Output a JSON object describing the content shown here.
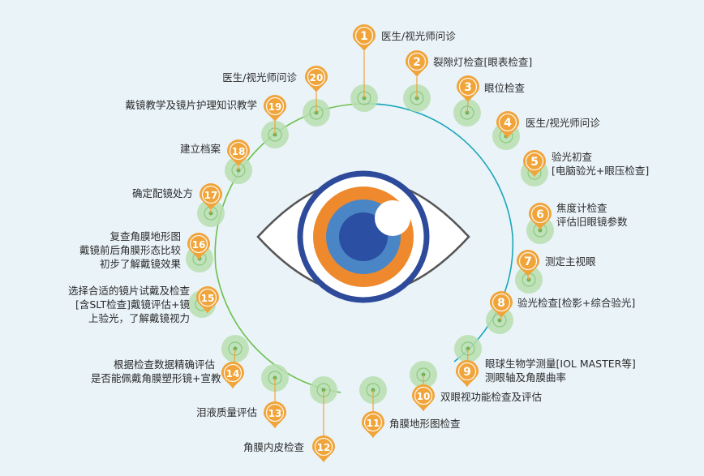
{
  "steps": [
    {
      "number": "1",
      "lines": [
        "医生/视光师问诊"
      ]
    },
    {
      "number": "2",
      "lines": [
        "裂隙灯检查[眼表检查]"
      ]
    },
    {
      "number": "3",
      "lines": [
        "眼位检查"
      ]
    },
    {
      "number": "4",
      "lines": [
        "医生/视光师问诊"
      ]
    },
    {
      "number": "5",
      "lines": [
        "验光初查",
        "[电脑验光+眼压检查]"
      ]
    },
    {
      "number": "6",
      "lines": [
        "焦度计检查",
        "评估旧眼镜参数"
      ]
    },
    {
      "number": "7",
      "lines": [
        "测定主视眼"
      ]
    },
    {
      "number": "8",
      "lines": [
        "验光检查[检影+综合验光]"
      ]
    },
    {
      "number": "9",
      "lines": [
        "眼球生物学测量[IOL MASTER等]",
        "测眼轴及角膜曲率"
      ]
    },
    {
      "number": "10",
      "lines": [
        "双眼视功能检查及评估"
      ]
    },
    {
      "number": "11",
      "lines": [
        "角膜地形图检查"
      ]
    },
    {
      "number": "12",
      "lines": [
        "角膜内皮检查"
      ]
    },
    {
      "number": "13",
      "lines": [
        "泪液质量评估"
      ]
    },
    {
      "number": "14",
      "lines": [
        "根据检查数据精确评估",
        "是否能佩戴角膜塑形镜+宣教"
      ]
    },
    {
      "number": "15",
      "lines": [
        "选择合适的镜片试戴及检查",
        "[含SLT检查]戴镜评估+镜",
        "上验光，了解戴镜视力"
      ]
    },
    {
      "number": "16",
      "lines": [
        "复查角膜地形图",
        "戴镜前后角膜形态比较",
        "初步了解戴镜效果"
      ]
    },
    {
      "number": "17",
      "lines": [
        "确定配镜处方"
      ]
    },
    {
      "number": "18",
      "lines": [
        "建立档案"
      ]
    },
    {
      "number": "19",
      "lines": [
        "戴镜教学及镜片护理知识教学"
      ]
    },
    {
      "number": "20",
      "lines": [
        "医生/视光师问诊"
      ]
    }
  ],
  "colors": {
    "background": "#e9f3f8",
    "badge": "#f0a43a",
    "badge_text": "#ffffff",
    "dot_halo": "#b9deb0",
    "dot_ring": "#8cc97f",
    "dot_core": "#6bb35a",
    "arc_green": "#6cc04a",
    "arc_teal": "#1aa6b8",
    "eye_outline": "#555555",
    "eye_white": "#ffffff",
    "iris_outer": "#2e4a9a",
    "iris_orange": "#ee8a2d",
    "iris_blue": "#4a86c6",
    "pupil": "#2b4fa3"
  },
  "icons": {
    "badge": "location-pin-icon",
    "eye": "eye-icon"
  }
}
